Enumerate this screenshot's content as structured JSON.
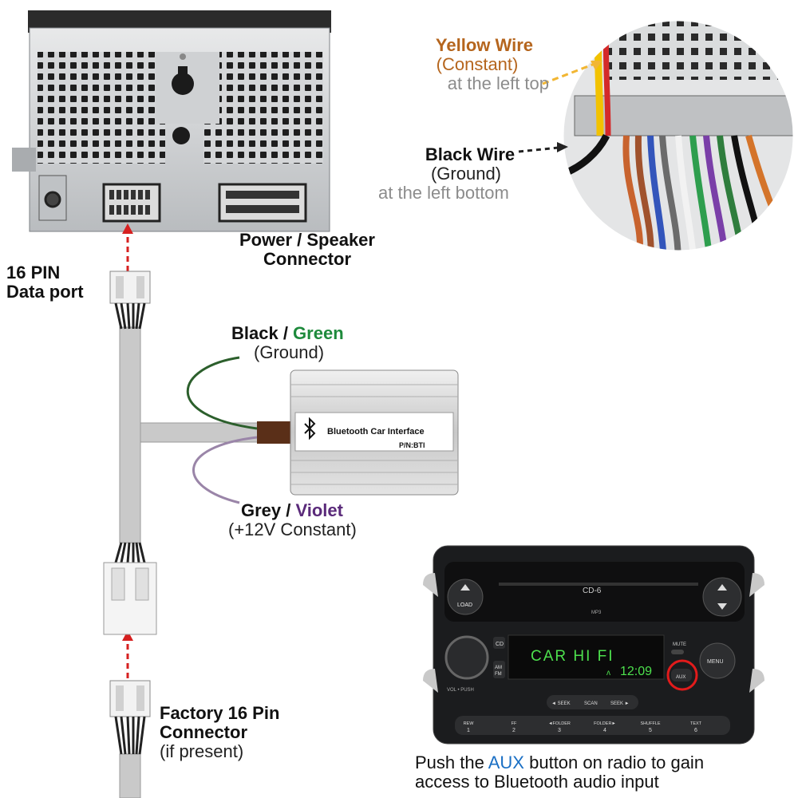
{
  "labels": {
    "yellow_wire": {
      "title": "Yellow Wire",
      "sub": "(Constant)",
      "note": "at the left top"
    },
    "black_wire": {
      "title": "Black Wire",
      "sub": "(Ground)",
      "note": "at the left bottom"
    },
    "power_connector": {
      "line1": "Power / Speaker",
      "line2": "Connector"
    },
    "data_port": {
      "line1": "16 PIN",
      "line2": "Data port"
    },
    "ground": {
      "part1": "Black / ",
      "part2": "Green",
      "sub": "(Ground)"
    },
    "constant": {
      "part1": "Grey / ",
      "part2": "Violet",
      "sub": "(+12V Constant)"
    },
    "factory": {
      "line1": "Factory 16 Pin",
      "line2": "Connector",
      "line3": "(if present)"
    },
    "instruction": {
      "part1": "Push the ",
      "part2": "AUX",
      "part3": " button on radio to gain",
      "line2": "access to Bluetooth audio input"
    }
  },
  "module": {
    "name": "Bluetooth Car Interface",
    "part_no": "P/N:BTI"
  },
  "radio": {
    "brand_text": "CD-6",
    "mp3": "MP3",
    "display_line1": "CAR HI FI",
    "display_time": "12:09",
    "buttons": {
      "load": "LOAD",
      "cd": "CD",
      "am_fm": "AM\nFM",
      "mute": "MUTE",
      "menu": "MENU",
      "aux": "AUX",
      "seek_left": "◄ SEEK",
      "scan": "SCAN",
      "seek_right": "SEEK ►",
      "vol": "VOL • PUSH"
    },
    "presets": [
      {
        "label": "REW",
        "num": "1"
      },
      {
        "label": "FF",
        "num": "2"
      },
      {
        "label": "◄FOLDER",
        "num": "3"
      },
      {
        "label": "FOLDER►",
        "num": "4"
      },
      {
        "label": "SHUFFLE",
        "num": "5"
      },
      {
        "label": "TEXT",
        "num": "6"
      }
    ]
  },
  "colors": {
    "green": "#1e8a3c",
    "violet": "#5a2a7a",
    "aux_blue": "#1a6fc4",
    "yellow_label": "#b5651d",
    "arrow_red": "#d62020",
    "arrow_yellow": "#f2b632"
  }
}
